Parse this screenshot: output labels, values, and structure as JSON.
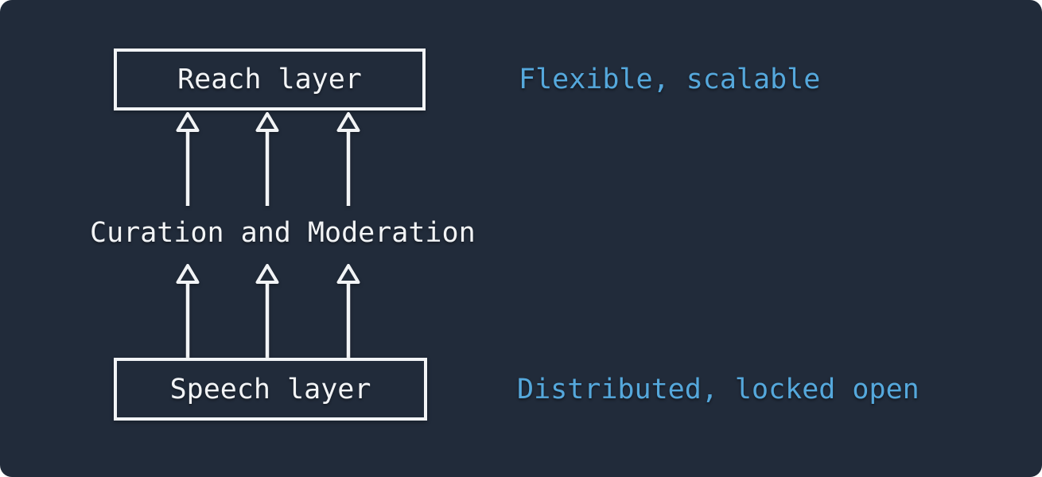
{
  "colors": {
    "canvas": "#ffffff",
    "card": "#212b3a",
    "ink": "#f2f4f6",
    "accent": "#55a8dc"
  },
  "diagram": {
    "layers": [
      {
        "label": "Reach layer",
        "annotation": "Flexible, scalable"
      },
      {
        "label": "Curation and Moderation",
        "annotation": ""
      },
      {
        "label": "Speech layer",
        "annotation": "Distributed, locked open"
      }
    ],
    "arrow_icon": "up-arrow"
  }
}
